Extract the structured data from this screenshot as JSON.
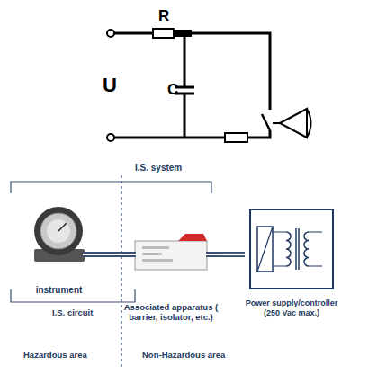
{
  "diagram": {
    "nodes": [
      {
        "text": [
          "instrument"
        ]
      },
      {
        "text": [
          "Associated apparatus ( barrier, isolator, etc.)"
        ]
      },
      {
        "text": [
          "Power supply/controller (250 Vac max.)"
        ]
      }
    ],
    "edges": [
      {
        "from": 0,
        "to": 1,
        "arrow": "none"
      },
      {
        "from": 1,
        "to": 2,
        "arrow": "none"
      }
    ],
    "labels": [
      "R",
      "U",
      "C",
      "I.S. system",
      "I.S. circuit",
      "Hazardous area",
      "Non-Hazardous area"
    ]
  }
}
